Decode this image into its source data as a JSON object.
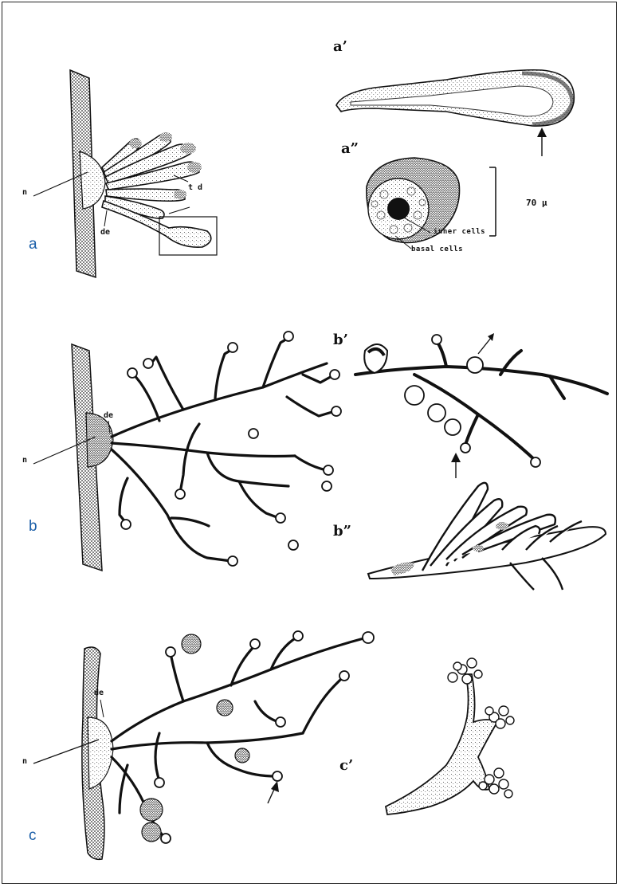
{
  "colors": {
    "panel_label": "#1a5ea8",
    "ink": "#111111",
    "hatch": "#3a3a3a"
  },
  "panels": {
    "a": {
      "label": "a",
      "n": "n",
      "de": "de",
      "td": "t d"
    },
    "a1": {
      "label": "a’"
    },
    "a2": {
      "label": "a”",
      "inner_cells": "inner cells",
      "basal_cells": "basal cells"
    },
    "scale": {
      "label": "70 µ"
    },
    "b": {
      "label": "b",
      "n": "n",
      "de": "de"
    },
    "b1": {
      "label": "b’"
    },
    "b2": {
      "label": "b”"
    },
    "c": {
      "label": "c",
      "n": "n",
      "de": "de"
    },
    "c1": {
      "label": "c’"
    }
  }
}
